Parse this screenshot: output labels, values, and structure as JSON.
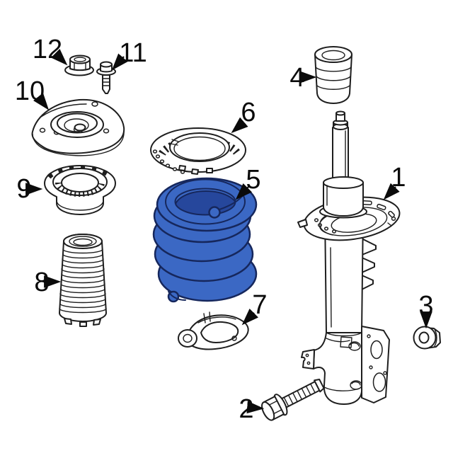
{
  "diagram": {
    "description": "Exploded parts diagram of a front suspension strut, coil spring and related mounting hardware",
    "highlighted_part_number": "5",
    "colors": {
      "background": "#ffffff",
      "line": "#1e1e1e",
      "label": "#0b0b0b",
      "highlight_fill": "#3b68c4",
      "highlight_shadow": "#26479c",
      "highlight_outline": "#16275c"
    },
    "callouts": [
      {
        "number": "1",
        "part": "strut-assembly"
      },
      {
        "number": "2",
        "part": "strut-mounting-bolt"
      },
      {
        "number": "3",
        "part": "strut-flange-nut"
      },
      {
        "number": "4",
        "part": "jounce-bumper"
      },
      {
        "number": "5",
        "part": "coil-spring"
      },
      {
        "number": "6",
        "part": "upper-spring-seat"
      },
      {
        "number": "7",
        "part": "lower-spring-insulator"
      },
      {
        "number": "8",
        "part": "dust-boot"
      },
      {
        "number": "9",
        "part": "strut-bearing"
      },
      {
        "number": "10",
        "part": "strut-mount"
      },
      {
        "number": "11",
        "part": "strut-mount-bolt"
      },
      {
        "number": "12",
        "part": "strut-mount-nut"
      }
    ]
  }
}
